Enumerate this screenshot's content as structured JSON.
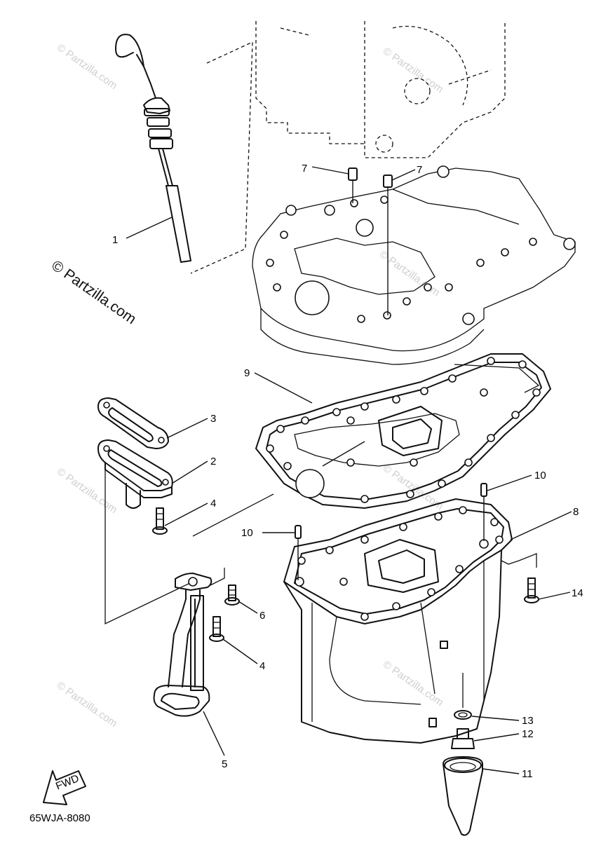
{
  "diagram": {
    "watermark": "© Partzilla.com",
    "catalog_code": "65WJA-8080",
    "fwd_label": "FWD",
    "callouts": {
      "c1": "1",
      "c2": "2",
      "c3": "3",
      "c4a": "4",
      "c4b": "4",
      "c5": "5",
      "c6": "6",
      "c7a": "7",
      "c7b": "7",
      "c8": "8",
      "c9": "9",
      "c10a": "10",
      "c10b": "10",
      "c11": "11",
      "c12": "12",
      "c13": "13",
      "c14": "14"
    }
  }
}
